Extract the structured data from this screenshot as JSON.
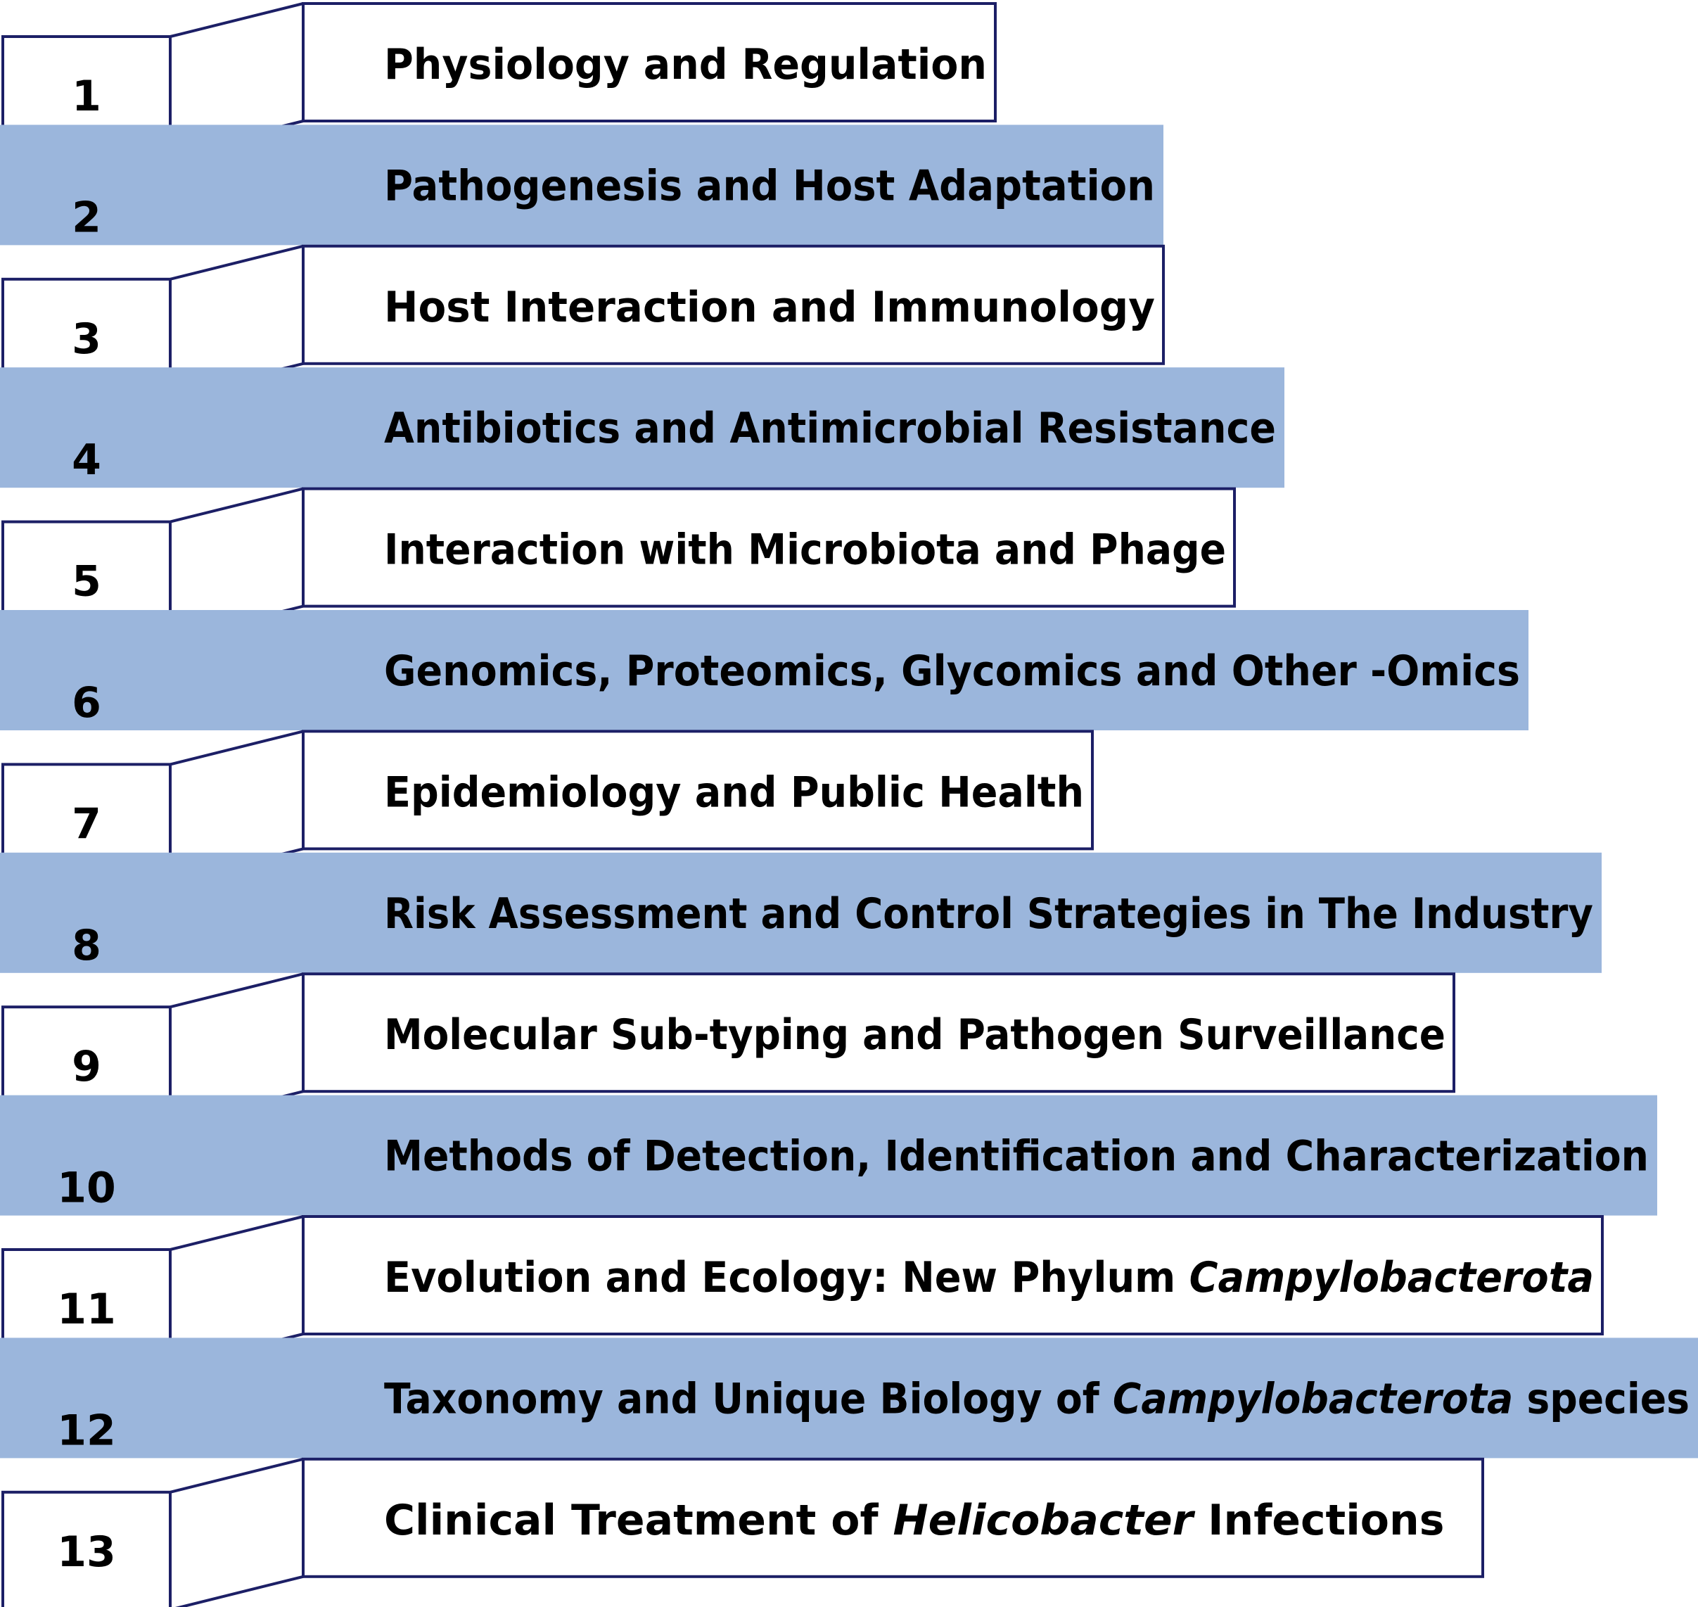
{
  "colors": {
    "band_fill": "#9BB6DC",
    "box_fill": "#FFFFFF",
    "outline": "#1C1F66",
    "text": "#000000"
  },
  "topics": [
    {
      "number": "1",
      "style": "outlined",
      "label": [
        {
          "text": "Physiology and Regulation"
        }
      ]
    },
    {
      "number": "2",
      "style": "band",
      "label": [
        {
          "text": "Pathogenesis and Host Adaptation"
        }
      ]
    },
    {
      "number": "3",
      "style": "outlined",
      "label": [
        {
          "text": "Host Interaction and Immunology"
        }
      ]
    },
    {
      "number": "4",
      "style": "band",
      "label": [
        {
          "text": "Antibiotics and Antimicrobial Resistance"
        }
      ]
    },
    {
      "number": "5",
      "style": "outlined",
      "label": [
        {
          "text": "Interaction with Microbiota and Phage"
        }
      ]
    },
    {
      "number": "6",
      "style": "band",
      "label": [
        {
          "text": "Genomics, Proteomics, Glycomics and Other -Omics"
        }
      ]
    },
    {
      "number": "7",
      "style": "outlined",
      "label": [
        {
          "text": "Epidemiology and Public Health"
        }
      ]
    },
    {
      "number": "8",
      "style": "band",
      "label": [
        {
          "text": "Risk Assessment and Control Strategies in The Industry"
        }
      ]
    },
    {
      "number": "9",
      "style": "outlined",
      "label": [
        {
          "text": "Molecular Sub-typing and Pathogen Surveillance"
        }
      ]
    },
    {
      "number": "10",
      "style": "band",
      "label": [
        {
          "text": "Methods of Detection, Identification and Characterization"
        }
      ]
    },
    {
      "number": "11",
      "style": "outlined",
      "label": [
        {
          "text": "Evolution and Ecology: New Phylum "
        },
        {
          "text": "Campylobacterota",
          "italic": true
        }
      ]
    },
    {
      "number": "12",
      "style": "band",
      "label": [
        {
          "text": "Taxonomy and Unique Biology of "
        },
        {
          "text": "Campylobacterota",
          "italic": true
        },
        {
          "text": " species"
        }
      ]
    },
    {
      "number": "13",
      "style": "outlined",
      "label": [
        {
          "text": "Clinical Treatment of "
        },
        {
          "text": "Helicobacter",
          "italic": true
        },
        {
          "text": " Infections"
        }
      ]
    }
  ]
}
